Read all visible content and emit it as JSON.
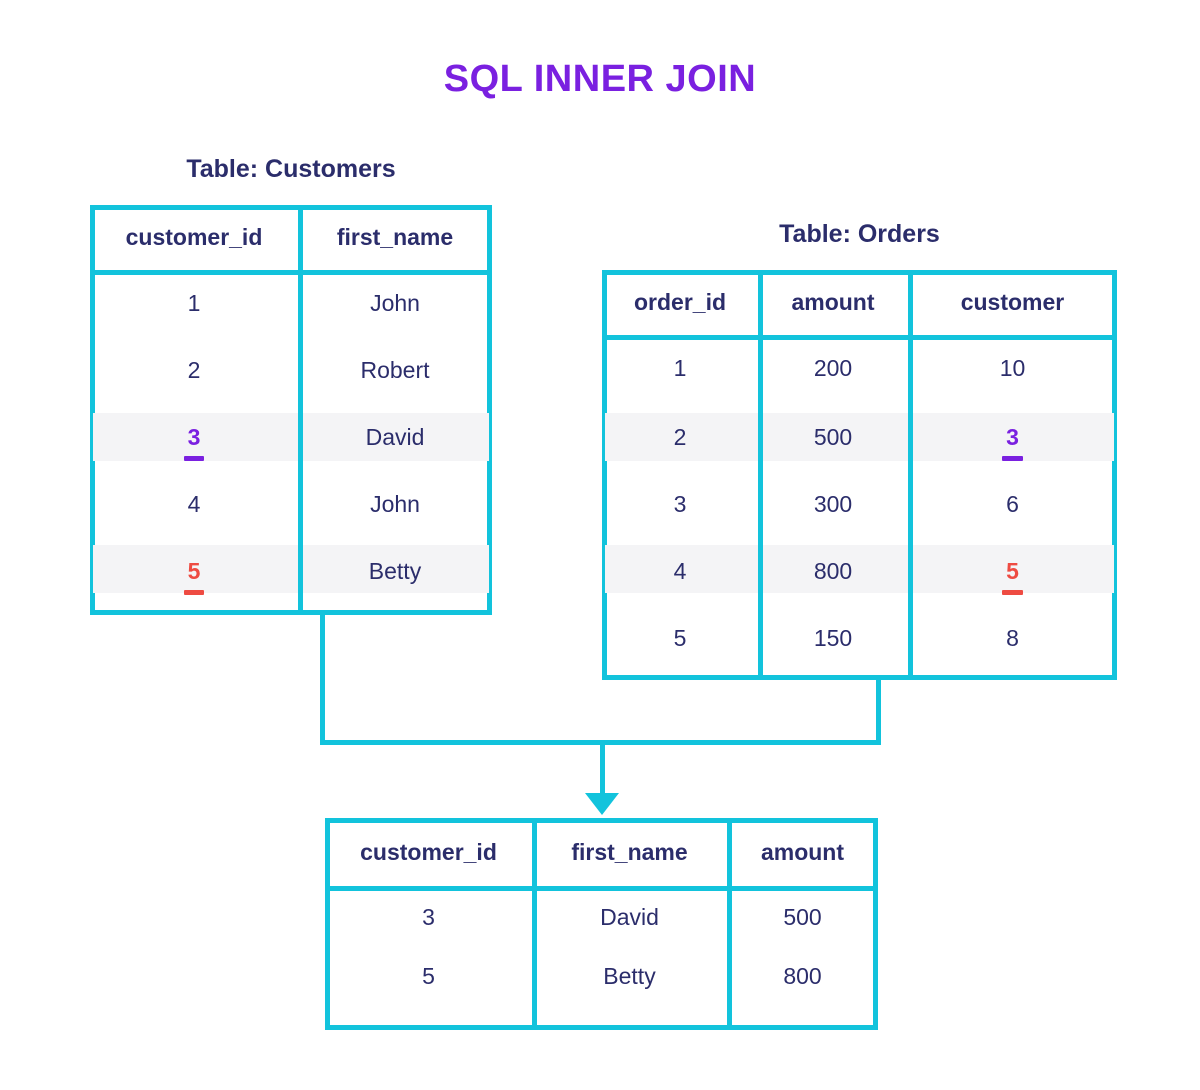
{
  "title": "SQL INNER JOIN",
  "colors": {
    "accent_cyan": "#12C3DC",
    "title_purple": "#7A20E0",
    "text_navy": "#2B2D6B",
    "key_purple": "#7A20E0",
    "key_red": "#EE4B42",
    "highlight_row_bg": "#F4F4F6",
    "page_bg": "#FFFFFF"
  },
  "customers": {
    "caption": "Table: Customers",
    "headers": [
      "customer_id",
      "first_name"
    ],
    "rows": [
      {
        "customer_id": "1",
        "first_name": "John",
        "highlight": false,
        "key_color": ""
      },
      {
        "customer_id": "2",
        "first_name": "Robert",
        "highlight": false,
        "key_color": ""
      },
      {
        "customer_id": "3",
        "first_name": "David",
        "highlight": true,
        "key_color": "purple"
      },
      {
        "customer_id": "4",
        "first_name": "John",
        "highlight": false,
        "key_color": ""
      },
      {
        "customer_id": "5",
        "first_name": "Betty",
        "highlight": true,
        "key_color": "red"
      }
    ]
  },
  "orders": {
    "caption": "Table: Orders",
    "headers": [
      "order_id",
      "amount",
      "customer"
    ],
    "rows": [
      {
        "order_id": "1",
        "amount": "200",
        "customer": "10",
        "highlight": false,
        "key_color": ""
      },
      {
        "order_id": "2",
        "amount": "500",
        "customer": "3",
        "highlight": true,
        "key_color": "purple"
      },
      {
        "order_id": "3",
        "amount": "300",
        "customer": "6",
        "highlight": false,
        "key_color": ""
      },
      {
        "order_id": "4",
        "amount": "800",
        "customer": "5",
        "highlight": true,
        "key_color": "red"
      },
      {
        "order_id": "5",
        "amount": "150",
        "customer": "8",
        "highlight": false,
        "key_color": ""
      }
    ]
  },
  "result": {
    "headers": [
      "customer_id",
      "first_name",
      "amount"
    ],
    "rows": [
      {
        "customer_id": "3",
        "first_name": "David",
        "amount": "500"
      },
      {
        "customer_id": "5",
        "first_name": "Betty",
        "amount": "800"
      }
    ]
  },
  "connector": {
    "arrow_icon": "arrow-down-icon"
  }
}
